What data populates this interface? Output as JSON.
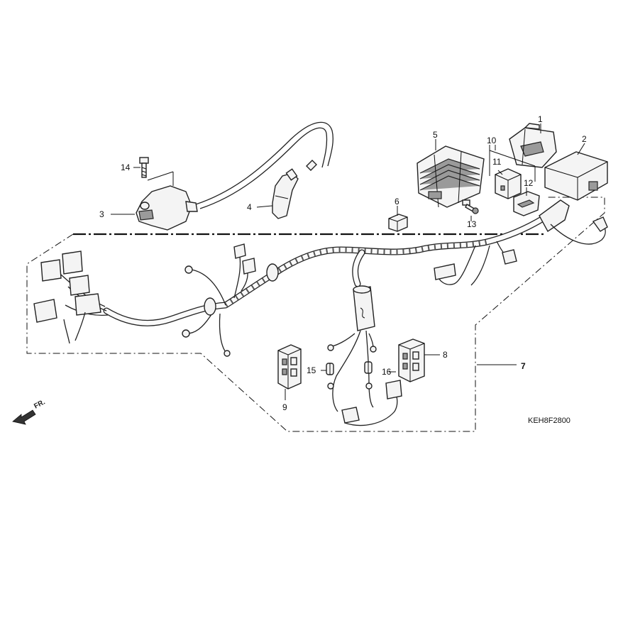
{
  "callouts": {
    "p1": "1",
    "p2": "2",
    "p3": "3",
    "p4": "4",
    "p5": "5",
    "p6": "6",
    "p7": "7",
    "p8": "8",
    "p9": "9",
    "p10": "10",
    "p11": "11",
    "p12": "12",
    "p13": "13",
    "p14": "14",
    "p15": "15",
    "p16": "16"
  },
  "front_marker": "FR.",
  "diagram_code": "KEH8F2800"
}
